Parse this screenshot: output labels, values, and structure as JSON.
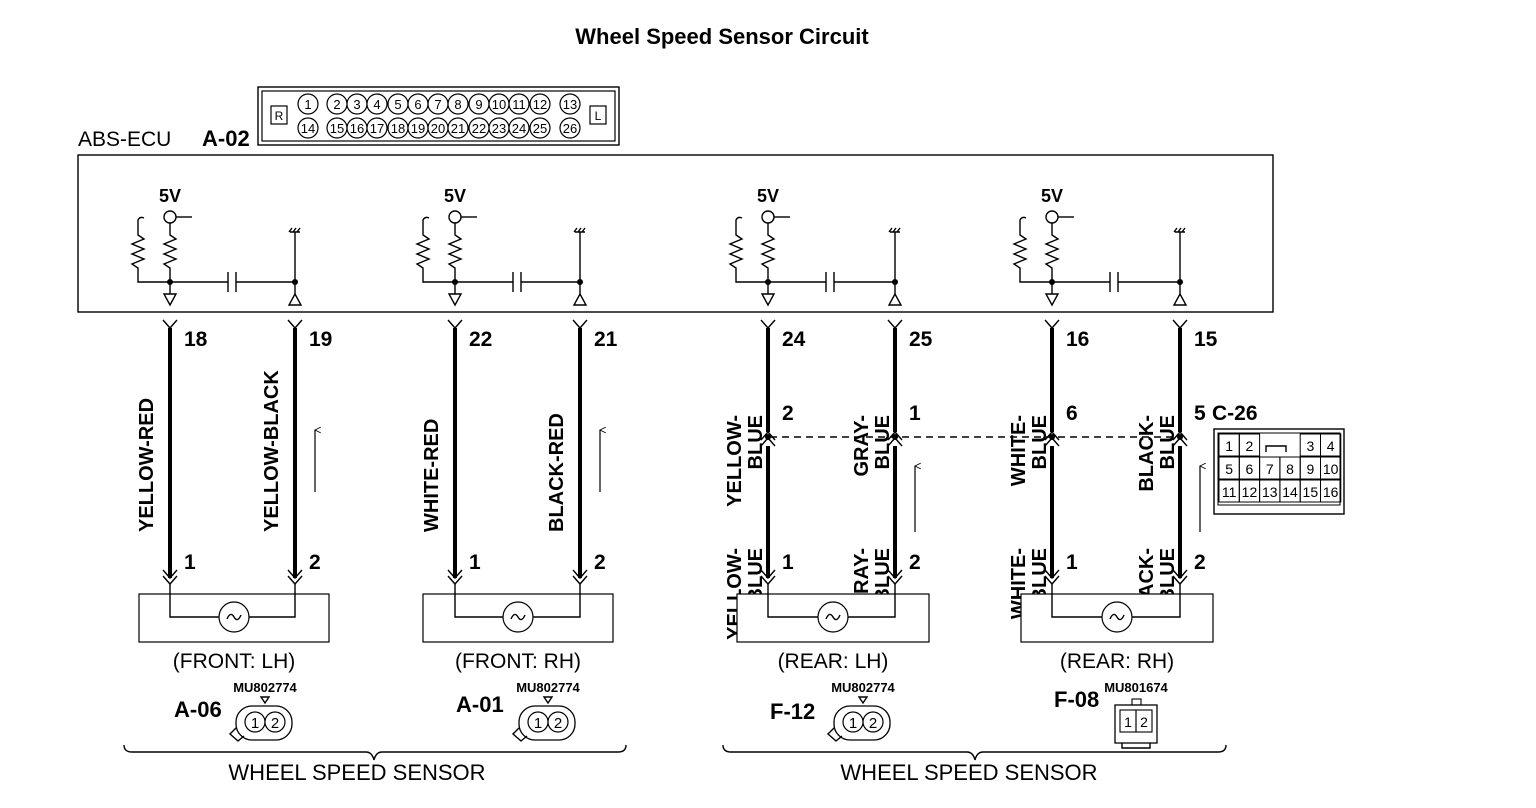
{
  "title": "Wheel Speed Sensor Circuit",
  "ecu": {
    "label": "ABS-ECU",
    "connector_id": "A-02",
    "face_top": [
      "1",
      "2",
      "3",
      "4",
      "5",
      "6",
      "7",
      "8",
      "9",
      "10",
      "11",
      "12",
      "13"
    ],
    "face_bottom": [
      "14",
      "15",
      "16",
      "17",
      "18",
      "19",
      "20",
      "21",
      "22",
      "23",
      "24",
      "25",
      "26"
    ],
    "side_left": "R",
    "side_right": "L",
    "supply": "5V"
  },
  "channels": [
    {
      "pins": [
        "18",
        "19"
      ],
      "wire_upper": [
        "YELLOW-RED",
        "YELLOW-BLACK"
      ],
      "sensor_pins": [
        "1",
        "2"
      ],
      "sensor_name": "(FRONT: LH)",
      "connector_id": "A-06",
      "part_no": "MU802774",
      "conn_pins": [
        "1",
        "2"
      ]
    },
    {
      "pins": [
        "22",
        "21"
      ],
      "wire_upper": [
        "WHITE-RED",
        "BLACK-RED"
      ],
      "sensor_pins": [
        "1",
        "2"
      ],
      "sensor_name": "(FRONT: RH)",
      "connector_id": "A-01",
      "part_no": "MU802774",
      "conn_pins": [
        "1",
        "2"
      ]
    },
    {
      "pins": [
        "24",
        "25"
      ],
      "wire_upper": [
        "YELLOW-BLUE",
        "GRAY-BLUE"
      ],
      "mid_pins": [
        "2",
        "1"
      ],
      "wire_lower": [
        "YELLOW-BLUE",
        "GRAY-BLUE"
      ],
      "sensor_pins": [
        "1",
        "2"
      ],
      "sensor_name": "(REAR: LH)",
      "connector_id": "F-12",
      "part_no": "MU802774",
      "conn_pins": [
        "1",
        "2"
      ]
    },
    {
      "pins": [
        "16",
        "15"
      ],
      "wire_upper": [
        "WHITE-BLUE",
        "BLACK-BLUE"
      ],
      "mid_pins": [
        "6",
        "5"
      ],
      "wire_lower": [
        "WHITE-BLUE",
        "BLACK-BLUE"
      ],
      "sensor_pins": [
        "1",
        "2"
      ],
      "sensor_name": "(REAR: RH)",
      "connector_id": "F-08",
      "part_no": "MU801674",
      "conn_pins": [
        "1",
        "2"
      ]
    }
  ],
  "intermediate_connector": {
    "id": "C-26",
    "rows": [
      [
        "1",
        "2",
        "3",
        "4"
      ],
      [
        "5",
        "6",
        "7",
        "8",
        "9",
        "10"
      ],
      [
        "11",
        "12",
        "13",
        "14",
        "15",
        "16"
      ]
    ]
  },
  "group_labels": [
    "WHEEL SPEED SENSOR",
    "WHEEL SPEED SENSOR"
  ]
}
